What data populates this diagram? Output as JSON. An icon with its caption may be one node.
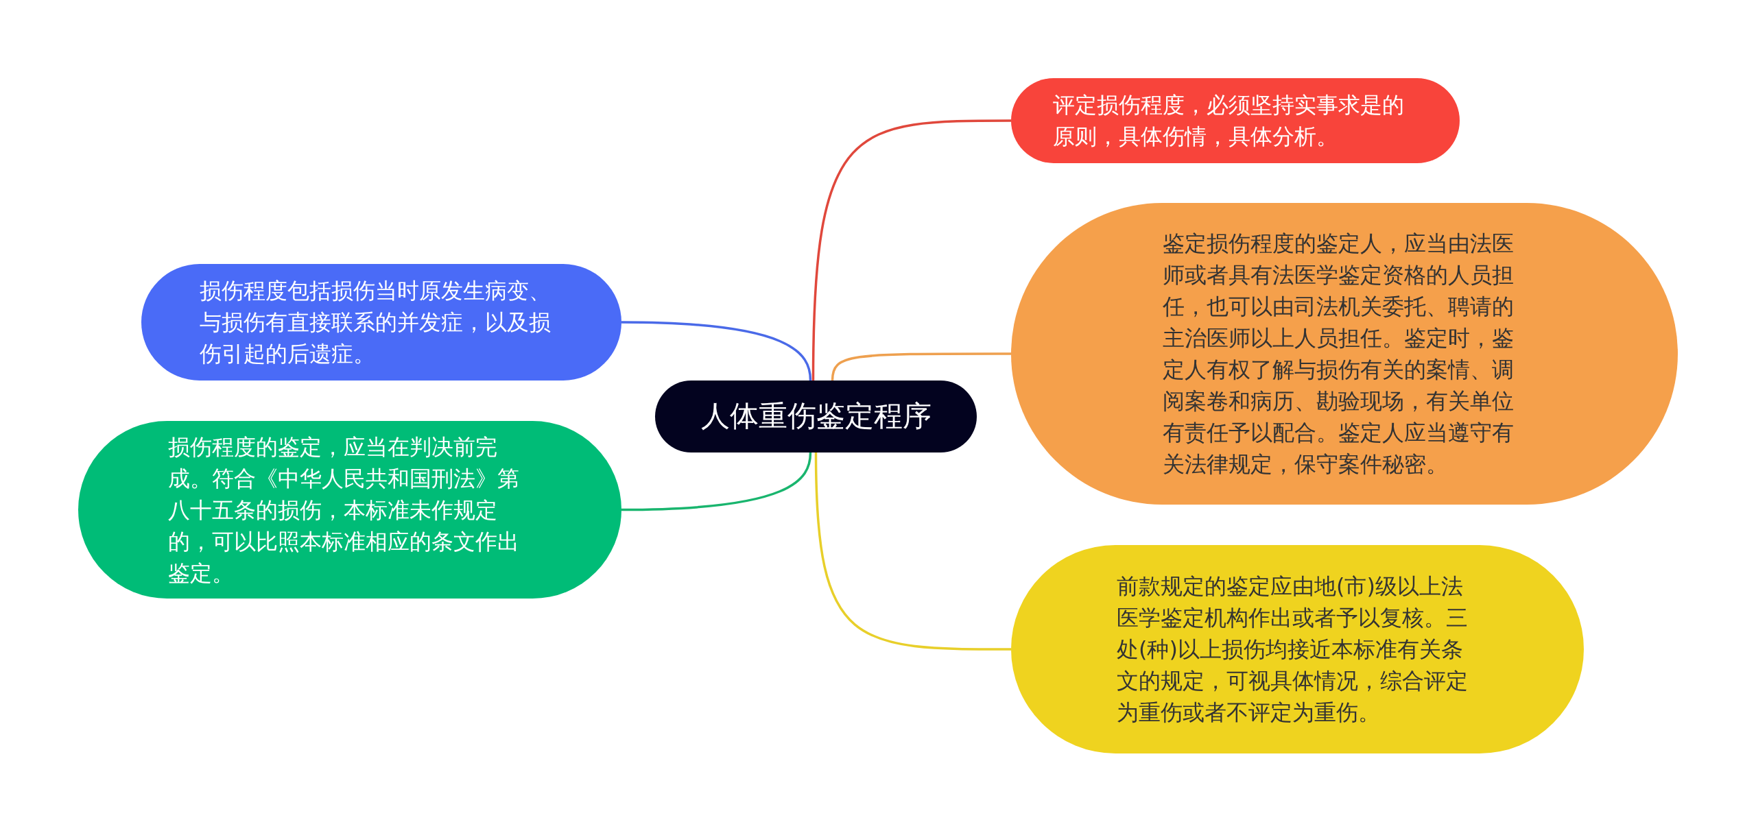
{
  "diagram": {
    "nodes": [
      {
        "text": [
          "人体重伤鉴定程序"
        ]
      },
      {
        "text": [
          "评定损伤程度，必须坚持实事求是的原则，具体伤情，具体分析。"
        ]
      },
      {
        "text": [
          "鉴定损伤程度的鉴定人，应当由法医师或者具有法医学鉴定资格的人员担任，也可以由司法机关委托、聘请的主治医师以上人员担任。鉴定时，鉴定人有权了解与损伤有关的案情、调阅案卷和病历、勘验现场，有关单位有责任予以配合。鉴定人应当遵守有关法律规定，保守案件秘密。"
        ]
      },
      {
        "text": [
          "前款规定的鉴定应由地(市)级以上法医学鉴定机构作出或者予以复核。三处(种)以上损伤均接近本标准有关条文的规定，可视具体情况，综合评定为重伤或者不评定为重伤。"
        ]
      },
      {
        "text": [
          "损伤程度包括损伤当时原发生病变、与损伤有直接联系的并发症，以及损伤引起的后遗症。"
        ]
      },
      {
        "text": [
          "损伤程度的鉴定，应当在判决前完成。符合《中华人民共和国刑法》第八十五条的损伤，本标准未作规定的，可以比照本标准相应的条文作出鉴定。"
        ]
      }
    ],
    "edges": [
      {
        "from": 0,
        "to": 1,
        "arrow": "none",
        "color": "#e0483c"
      },
      {
        "from": 0,
        "to": 2,
        "arrow": "none",
        "color": "#eea04f"
      },
      {
        "from": 0,
        "to": 3,
        "arrow": "none",
        "color": "#e8cf2a"
      },
      {
        "from": 0,
        "to": 4,
        "arrow": "none",
        "color": "#4a6ae8"
      },
      {
        "from": 0,
        "to": 5,
        "arrow": "none",
        "color": "#19b56e"
      }
    ]
  }
}
